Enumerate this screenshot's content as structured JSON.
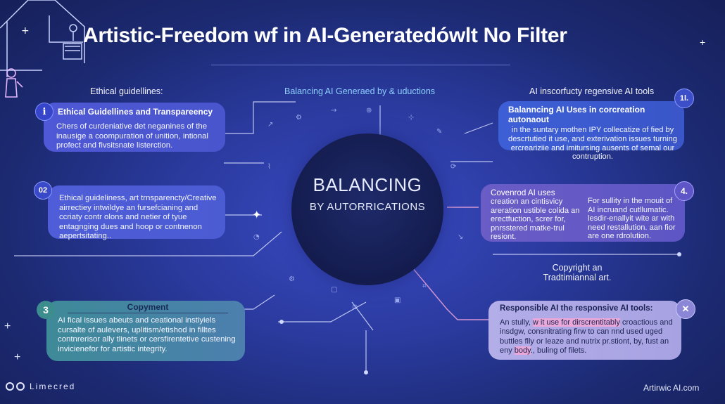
{
  "title": "Artistic-Freedom wf in AI-Generatedówlt No Filter",
  "top_labels": {
    "left": "Ethical guidellines:",
    "center": "Balancing AI Generaed by & uductions",
    "right": "AI inscorfucty regensive AI tools"
  },
  "hub": {
    "line1": "BALANCING",
    "line2": "BY AUTORRICATIONS"
  },
  "card1": {
    "badge": "i",
    "heading": "Ethical Guidellines and Transpareency",
    "body": "Chers of curdeniative det neganines of the inausige a coompuration of unition, intional profect and fivsitsnate listerction."
  },
  "card2": {
    "badge": "02",
    "body": "Ethical guideliness, art trnsparencty/Creative airrectiey intwildye an fursefcianing and ccriaty contr olons and netier of tyue entagnging dues and hoop or contnenon aepertsitating.."
  },
  "card3": {
    "badge": "3",
    "heading": "Copyment",
    "body": "AI fical issues abeuts and ceational instiyiels cursalte of aulevers, uplitism/etishod in filltes contnrerisor ally tlinets or cersfirentetive custening invicienefor for artistic integrity."
  },
  "card4": {
    "badge": "1l.",
    "heading": "Balanncing AI Uses in corcreation autonaout",
    "body": "in the suntary mothen IPY collecatize of fied by descrtutied it use, and exterivation issues turning ercreariziie and imitursing ausents of semal our contruption."
  },
  "card5": {
    "badge": "4.",
    "heading": "Covenrod AI uses",
    "col1": "creation an cintisvicy areration ustible colida an erectfuction, screr for, pnrsstered matke-trul resiont.",
    "col2": "For sullity in the mouit of AI incruand cutllumatic. lesdir-enallyit wite ar with need restallution. aan fior are one rdrolution."
  },
  "copyright_label": "Copyright an\nTradtimiannal art.",
  "card6": {
    "badge": "✕",
    "heading": "Responsible AI the responsive AI tools:",
    "body_a": "An stully, ",
    "body_b": "w it use for dirscrentitably",
    "body_c": " croactious and insdgw, consnitrating firw to can nnd used uged buttles flly or leaze and nutrix pr.stiont, by, fust an eny ",
    "body_d": "body",
    "body_e": "., buling of filets."
  },
  "footer": {
    "left": "Limecred",
    "right": "Artirwic AI.com"
  }
}
